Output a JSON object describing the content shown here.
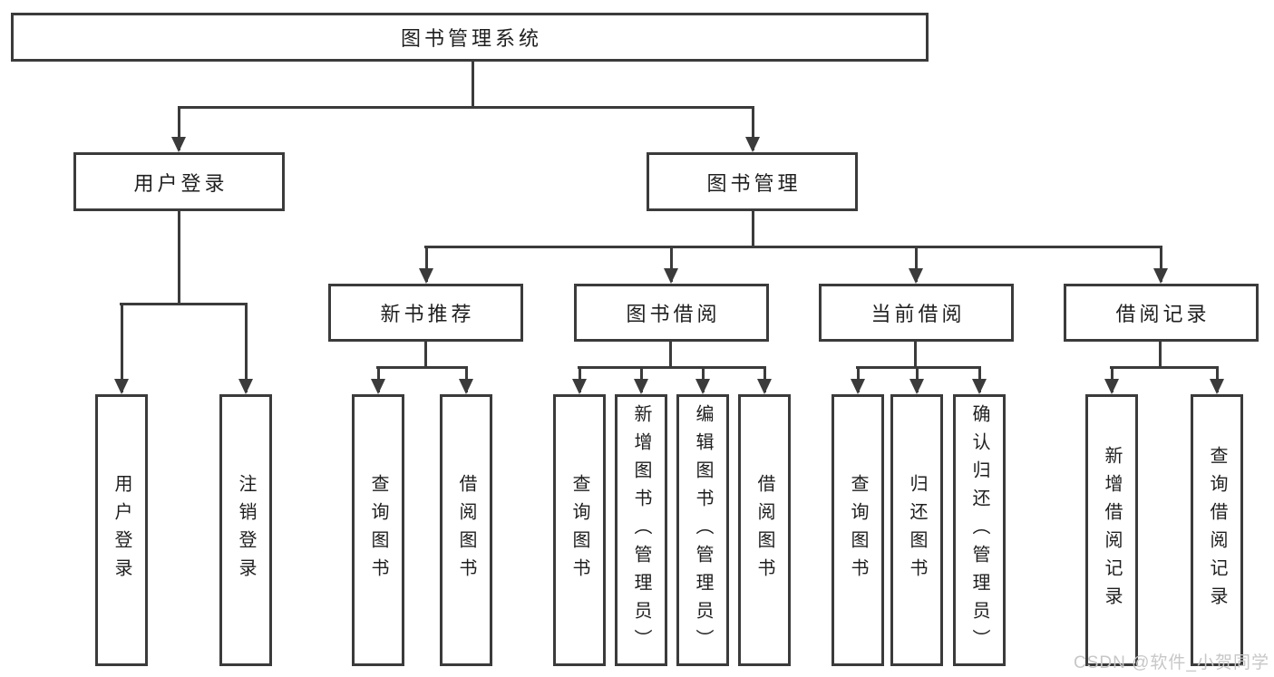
{
  "diagram": {
    "root": {
      "label": "图书管理系统"
    },
    "level2": [
      {
        "id": "user-login",
        "label": "用户登录"
      },
      {
        "id": "book-management",
        "label": "图书管理"
      }
    ],
    "level3": [
      {
        "id": "new-book-recommend",
        "label": "新书推荐"
      },
      {
        "id": "book-borrowing",
        "label": "图书借阅"
      },
      {
        "id": "current-borrowing",
        "label": "当前借阅"
      },
      {
        "id": "borrowing-records",
        "label": "借阅记录"
      }
    ],
    "leaves": [
      {
        "id": "user-login-leaf",
        "label": "用户登录"
      },
      {
        "id": "logout",
        "label": "注销登录"
      },
      {
        "id": "query-books-recommend",
        "label": "查询图书"
      },
      {
        "id": "borrow-books-recommend",
        "label": "借阅图书"
      },
      {
        "id": "query-books-borrowing",
        "label": "查询图书"
      },
      {
        "id": "add-book-admin",
        "label": "新增图书（管理员）"
      },
      {
        "id": "edit-book-admin",
        "label": "编辑图书（管理员）"
      },
      {
        "id": "borrow-books-borrowing",
        "label": "借阅图书"
      },
      {
        "id": "query-books-current",
        "label": "查询图书"
      },
      {
        "id": "return-book",
        "label": "归还图书"
      },
      {
        "id": "confirm-return-admin",
        "label": "确认归还（管理员）"
      },
      {
        "id": "add-borrow-record",
        "label": "新增借阅记录"
      },
      {
        "id": "query-borrow-record",
        "label": "查询借阅记录"
      }
    ]
  },
  "watermark": {
    "text": "CSDN @软件_小贺同学"
  },
  "colors": {
    "line": "#3b3b3b",
    "text": "#1f1f1f",
    "watermark": "#c7c7c7",
    "background": "#ffffff"
  }
}
